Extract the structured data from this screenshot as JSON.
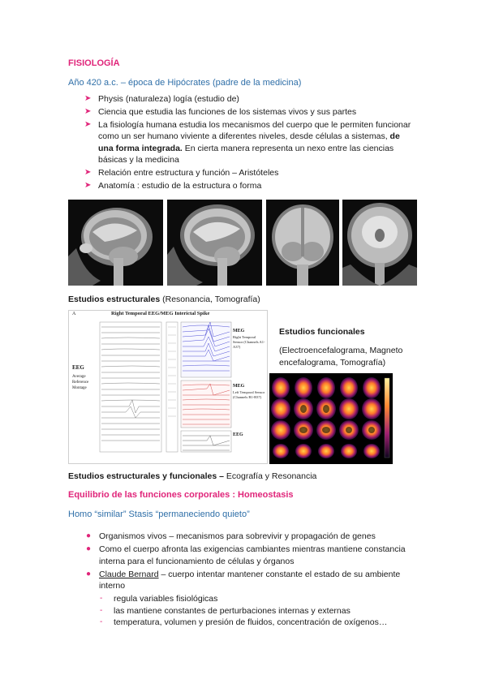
{
  "heading": "FISIOLOGÍA",
  "subtitle": "Año 420 a.c. – época de Hipócrates (padre de la medicina)",
  "bullets1": [
    "Physis (naturaleza) logía (estudio de)",
    "Ciencia que estudia las funciones de los sistemas vivos y sus partes",
    "La fisiología humana estudia los mecanismos del cuerpo que le permiten funcionar como un ser humano viviente a diferentes niveles, desde células a sistemas,",
    "Relación entre estructura y función – Aristóteles",
    "Anatomía : estudio de la estructura o forma"
  ],
  "bullet3_bold": "de una forma integrada.",
  "bullet3_tail": "En cierta manera representa un nexo entre las ciencias básicas y la medicina",
  "caption_structural_bold": "Estudios estructurales",
  "caption_structural_rest": "(Resonancia, Tomografía)",
  "functional_title": "Estudios funcionales",
  "functional_desc": "(Electroencefalograma, Magneto encefalograma, Tomografía)",
  "eeg": {
    "panel_letter": "A",
    "title": "Right Temporal EEG/MEG Interictal Spike",
    "left_label": "EEG",
    "left_sub1": "Average",
    "left_sub2": "Reference",
    "left_sub3": "Montage",
    "meg_right": "MEG",
    "meg_right_sub": "Right Temporal Sensor (Channels A1-A37)",
    "meg_left": "MEG",
    "meg_left_sub": "Left Temporal Sensor (Channels B1-B37)",
    "eeg_label": "EEG"
  },
  "caption_both_bold": "Estudios estructurales y funcionales –",
  "caption_both_rest": "Ecografía y Resonancia",
  "section2_title": "Equilibrio de las funciones corporales : Homeostasis",
  "section2_sub": "Homo “similar” Stasis “permaneciendo quieto”",
  "bullets2": [
    "Organismos vivos – mecanismos para sobrevivir y propagación de genes",
    "Como el cuerpo afronta las exigencias cambiantes mientras mantiene constancia interna para el funcionamiento de células y órganos",
    "– cuerpo intentar mantener constante el estado de su ambiente interno"
  ],
  "bernard": "Claude Bernard",
  "dash_items": [
    "regula variables fisiológicas",
    "las mantiene constantes de perturbaciones internas y externas",
    "temperatura, volumen y presión de fluidos, concentración de oxígenos…"
  ],
  "colors": {
    "accent": "#e0257a",
    "subtitle_blue": "#2f6fa8"
  },
  "icons": {
    "bullet1": "arrow-right-icon",
    "bullet2": "dot-icon",
    "bullet3": "dash-icon"
  }
}
